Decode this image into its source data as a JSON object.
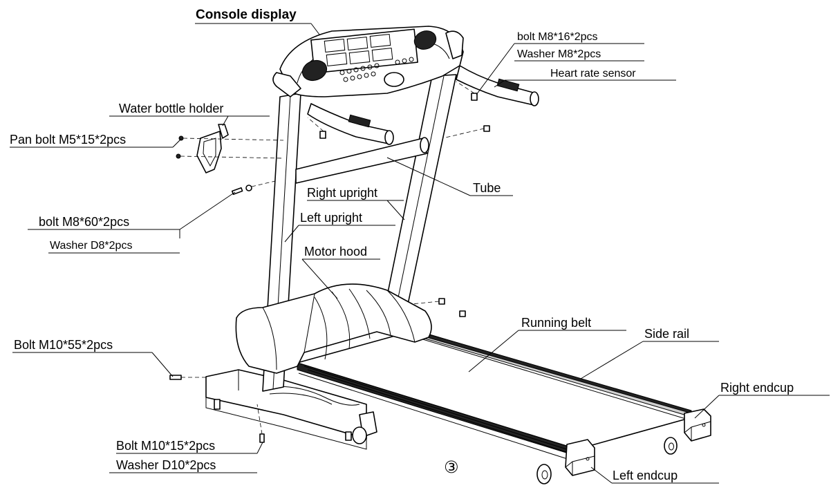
{
  "labels": {
    "console_display": "Console display",
    "bolt_m8_16": "bolt M8*16*2pcs",
    "washer_m8": "Washer M8*2pcs",
    "heart_rate_sensor": "Heart rate sensor",
    "water_bottle_holder": "Water bottle holder",
    "pan_bolt_m5": "Pan bolt M5*15*2pcs",
    "tube": "Tube",
    "right_upright": "Right upright",
    "bolt_m8_60": "bolt M8*60*2pcs",
    "left_upright": "Left upright",
    "washer_d8": "Washer D8*2pcs",
    "motor_hood": "Motor hood",
    "running_belt": "Running belt",
    "side_rail": "Side rail",
    "bolt_m10_55": "Bolt M10*55*2pcs",
    "right_endcup": "Right endcup",
    "bolt_m10_15": "Bolt M10*15*2pcs",
    "washer_d10": "Washer D10*2pcs",
    "left_endcup": "Left endcup",
    "figure_number": "③"
  }
}
